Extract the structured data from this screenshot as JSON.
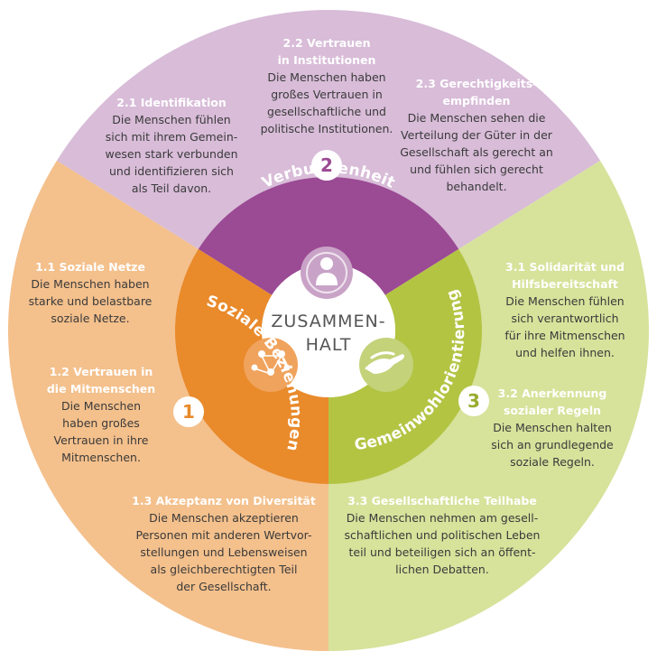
{
  "colors": {
    "purple_outer": "#d8bcd8",
    "purple_ring": "#9b4a94",
    "orange_outer": "#f4c08c",
    "orange_ring": "#e98a2b",
    "green_outer": "#d7e29b",
    "green_ring": "#b3c443"
  },
  "center": {
    "line1": "ZUSAMMEN-",
    "line2": "HALT"
  },
  "dimensions": [
    {
      "number": "1",
      "label": "Soziale Beziehungen"
    },
    {
      "number": "2",
      "label": "Verbundenheit"
    },
    {
      "number": "3",
      "label": "Gemeinwohlorientierung"
    }
  ],
  "items": {
    "i11": {
      "title": [
        "1.1 Soziale Netze"
      ],
      "body": [
        "Die Menschen haben",
        "starke und belastbare",
        "soziale Netze."
      ]
    },
    "i12": {
      "title": [
        "1.2 Vertrauen in",
        "die Mitmenschen"
      ],
      "body": [
        "Die Menschen",
        "haben großes",
        "Vertrauen in ihre",
        "Mitmenschen."
      ]
    },
    "i13": {
      "title": [
        "1.3 Akzeptanz von Diversität"
      ],
      "body": [
        "Die Menschen akzeptieren",
        "Personen mit anderen Wertvor-",
        "stellungen und Lebensweisen",
        "als gleichberechtigten Teil",
        "der Gesellschaft."
      ]
    },
    "i21": {
      "title": [
        "2.1 Identifikation"
      ],
      "body": [
        "Die Menschen fühlen",
        "sich mit ihrem Gemein-",
        "wesen stark verbunden",
        "und identifizieren sich",
        "als Teil davon."
      ]
    },
    "i22": {
      "title": [
        "2.2 Vertrauen",
        "in Institutionen"
      ],
      "body": [
        "Die Menschen haben",
        "großes Vertrauen in",
        "gesellschaftliche und",
        "politische Institutionen."
      ]
    },
    "i23": {
      "title": [
        "2.3 Gerechtigkeits-",
        "empfinden"
      ],
      "body": [
        "Die Menschen sehen die",
        "Verteilung der Güter in der",
        "Gesellschaft als gerecht an",
        "und fühlen sich gerecht",
        "behandelt."
      ]
    },
    "i31": {
      "title": [
        "3.1 Solidarität und",
        "Hilfsbereitschaft"
      ],
      "body": [
        "Die Menschen fühlen",
        "sich verantwortlich",
        "für ihre Mitmenschen",
        "und helfen ihnen."
      ]
    },
    "i32": {
      "title": [
        "3.2 Anerkennung",
        "sozialer Regeln"
      ],
      "body": [
        "Die Menschen halten",
        "sich an grundlegende",
        "soziale Regeln."
      ]
    },
    "i33": {
      "title": [
        "3.3 Gesellschaftliche Teilhabe"
      ],
      "body": [
        "Die Menschen nehmen am gesell-",
        "schaftlichen und politischen Leben",
        "teil und beteiligen sich an öffent-",
        "lichen Debatten."
      ]
    }
  }
}
